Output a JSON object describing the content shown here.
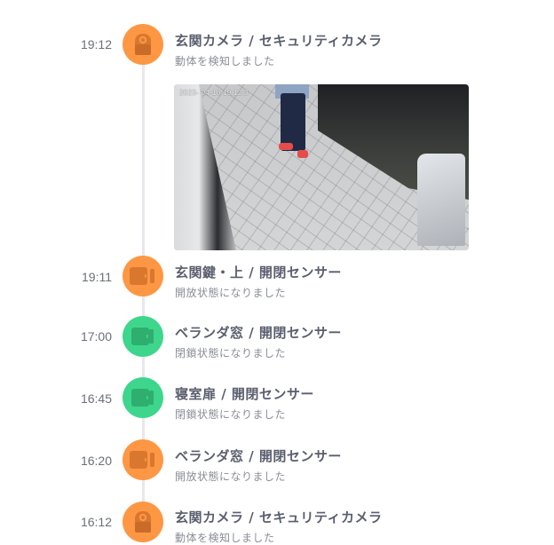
{
  "timeline": {
    "events": [
      {
        "time": "19:12",
        "title": "玄関カメラ / セキュリティカメラ",
        "subtitle": "動体を検知しました",
        "icon": "camera-icon",
        "color": "#fd9744",
        "snapshot": {
          "timestamp": "2023- 04-16  19:12:3"
        }
      },
      {
        "time": "19:11",
        "title": "玄関鍵・上 / 開閉センサー",
        "subtitle": "開放状態になりました",
        "icon": "open-close-sensor-icon",
        "color": "#fd9744"
      },
      {
        "time": "17:00",
        "title": "ベランダ窓 / 開閉センサー",
        "subtitle": "閉鎖状態になりました",
        "icon": "open-close-sensor-icon",
        "color": "#3dd68c"
      },
      {
        "time": "16:45",
        "title": "寝室扉 / 開閉センサー",
        "subtitle": "閉鎖状態になりました",
        "icon": "open-close-sensor-icon",
        "color": "#3dd68c"
      },
      {
        "time": "16:20",
        "title": "ベランダ窓 / 開閉センサー",
        "subtitle": "開放状態になりました",
        "icon": "open-close-sensor-icon",
        "color": "#fd9744"
      },
      {
        "time": "16:12",
        "title": "玄関カメラ / セキュリティカメラ",
        "subtitle": "動体を検知しました",
        "icon": "camera-icon",
        "color": "#fd9744"
      }
    ]
  }
}
